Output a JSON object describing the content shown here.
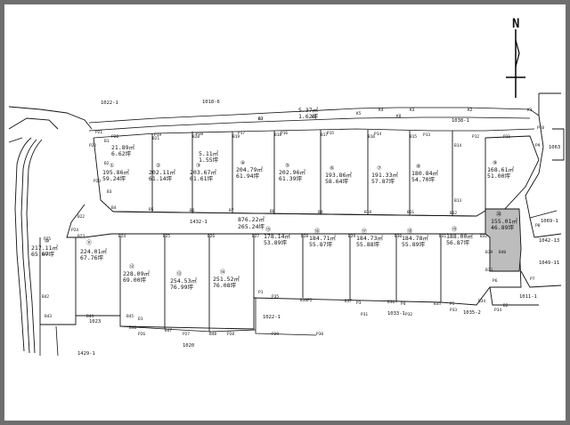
{
  "compass": {
    "label": "N"
  },
  "parcels_outside": [
    {
      "id": "p1022_1",
      "label": "1022-1"
    },
    {
      "id": "p1018_6",
      "label": "1018-6"
    },
    {
      "id": "p1038_1",
      "label": "1038-1"
    },
    {
      "id": "p1069_1",
      "label": "1069-1"
    },
    {
      "id": "p1049_11",
      "label": "1049-11"
    },
    {
      "id": "p1042_13",
      "label": "1042-13"
    },
    {
      "id": "p1011_1",
      "label": "1011-1"
    },
    {
      "id": "p1035_2",
      "label": "1035-2"
    },
    {
      "id": "p1023",
      "label": "1023"
    },
    {
      "id": "p1022_1b",
      "label": "1022-1"
    },
    {
      "id": "p1033_1",
      "label": "1033-1"
    },
    {
      "id": "p1020",
      "label": "1020"
    },
    {
      "id": "p1429_1",
      "label": "1429-1"
    },
    {
      "id": "p1063",
      "label": "1063"
    },
    {
      "id": "p1432_1",
      "label": "1432-1"
    }
  ],
  "road_label": {
    "area_m2": "876.22㎡",
    "area_tsubo": "265.24坪"
  },
  "road_area_top": {
    "area_m2": "5.37㎡",
    "area_tsubo": "1.62坪"
  },
  "upper_lots": [
    {
      "no": "①",
      "m2": "195.86㎡",
      "tsubo": "59.24坪"
    },
    {
      "no": "②",
      "m2": "202.11㎡",
      "tsubo": "61.14坪"
    },
    {
      "no": "③",
      "m2": "203.67㎡",
      "tsubo": "61.61坪"
    },
    {
      "no": "④",
      "m2": "204.79㎡",
      "tsubo": "61.94坪"
    },
    {
      "no": "⑤",
      "m2": "202.96㎡",
      "tsubo": "61.39坪"
    },
    {
      "no": "⑥",
      "m2": "193.86㎡",
      "tsubo": "58.64坪"
    },
    {
      "no": "⑦",
      "m2": "191.33㎡",
      "tsubo": "57.87坪"
    },
    {
      "no": "⑧",
      "m2": "180.84㎡",
      "tsubo": "54.70坪"
    },
    {
      "no": "⑨",
      "m2": "168.61㎡",
      "tsubo": "51.00坪"
    }
  ],
  "lower_lots": [
    {
      "no": "⑩",
      "m2": "217.11㎡",
      "tsubo": "65.67坪"
    },
    {
      "no": "⑪",
      "m2": "224.01㎡",
      "tsubo": "67.76坪"
    },
    {
      "no": "⑫",
      "m2": "228.09㎡",
      "tsubo": "69.00坪"
    },
    {
      "no": "⑬",
      "m2": "254.53㎡",
      "tsubo": "76.99坪"
    },
    {
      "no": "⑭",
      "m2": "251.52㎡",
      "tsubo": "76.08坪"
    },
    {
      "no": "⑮",
      "m2": "178.14㎡",
      "tsubo": "53.89坪"
    },
    {
      "no": "⑯",
      "m2": "184.71㎡",
      "tsubo": "55.87坪"
    },
    {
      "no": "⑰",
      "m2": "184.73㎡",
      "tsubo": "55.88坪"
    },
    {
      "no": "⑱",
      "m2": "184.78㎡",
      "tsubo": "55.89坪"
    },
    {
      "no": "⑲",
      "m2": "188.00㎡",
      "tsubo": "56.87坪"
    },
    {
      "no": "⑳",
      "m2": "155.01㎡",
      "tsubo": "46.89坪"
    }
  ],
  "small_box": {
    "m2": "21.89㎡",
    "tsubo": "6.62坪"
  },
  "small_box2": {
    "m2": "5.11㎡",
    "tsubo": "1.55坪"
  },
  "point_labels": [
    "K7",
    "K6",
    "K5",
    "K4",
    "K3",
    "K2",
    "K1",
    "K8",
    "B1",
    "B2",
    "B3",
    "B4",
    "B5",
    "B6",
    "B7",
    "B8",
    "B9",
    "B10",
    "B11",
    "B12",
    "B13",
    "B14",
    "B15",
    "B16",
    "B17",
    "B18",
    "B19",
    "B20",
    "B21",
    "B22",
    "B23",
    "B24",
    "B25",
    "B26",
    "B27",
    "B28",
    "B29",
    "B30",
    "B31",
    "B32",
    "B33",
    "B34",
    "B35",
    "B36",
    "B37",
    "B38",
    "B39",
    "B40",
    "B41",
    "B42",
    "B43",
    "B44",
    "B45",
    "B46",
    "B47",
    "B48",
    "P1",
    "P2",
    "P3",
    "P4",
    "P5",
    "P6",
    "P7",
    "P8",
    "P9",
    "P10",
    "P11",
    "P12",
    "P13",
    "P14",
    "P15",
    "P16",
    "P17",
    "P18",
    "P19",
    "P20",
    "P21",
    "P22",
    "P23",
    "P24",
    "P25",
    "P26",
    "P27",
    "P28",
    "P29",
    "P30",
    "P31",
    "P32",
    "P33",
    "P34",
    "P35",
    "D1",
    "D2",
    "D3"
  ],
  "colors": {
    "highlight": "#bdbdbd",
    "line": "#111111",
    "frame_bg": "#6e6e6e"
  }
}
